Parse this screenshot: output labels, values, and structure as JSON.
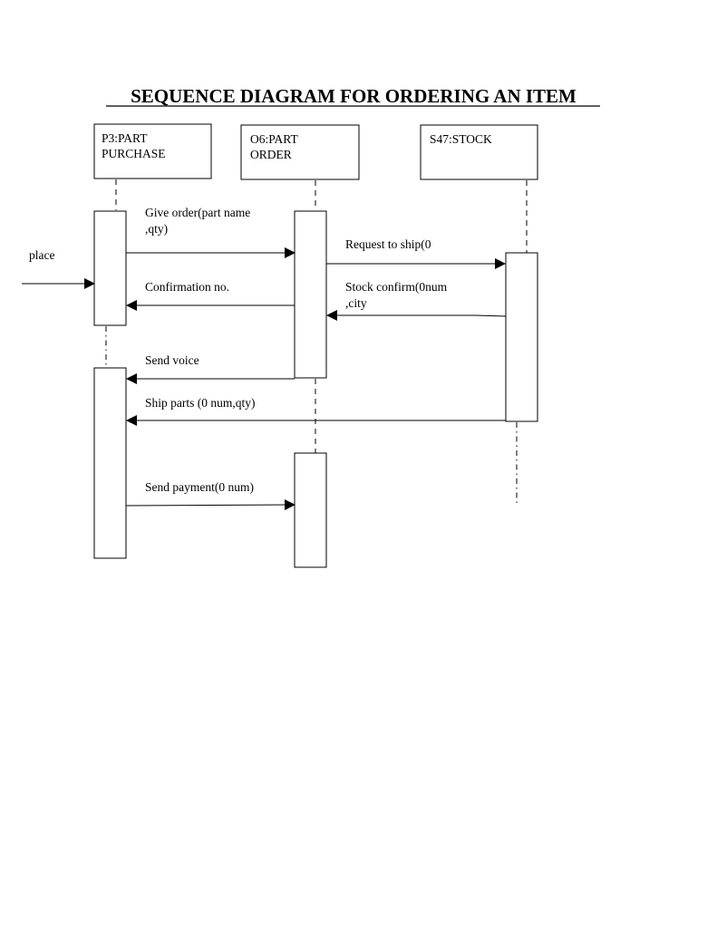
{
  "title": "SEQUENCE DIAGRAM FOR ORDERING AN ITEM",
  "objects": [
    {
      "line1": "P3:PART",
      "line2": "PURCHASE"
    },
    {
      "line1": "O6:PART",
      "line2": "ORDER"
    },
    {
      "line1": "S47:STOCK",
      "line2": ""
    }
  ],
  "messages": {
    "place": "place",
    "give_order_1": "Give order(part name",
    "give_order_2": ",qty)",
    "request_ship": "Request to ship(0",
    "confirmation": "Confirmation no.",
    "stock_confirm_1": "Stock confirm(0num",
    "stock_confirm_2": ",city",
    "send_voice": "Send voice",
    "ship_parts": "Ship parts (0 num,qty)",
    "send_payment": "Send payment(0 num)"
  }
}
